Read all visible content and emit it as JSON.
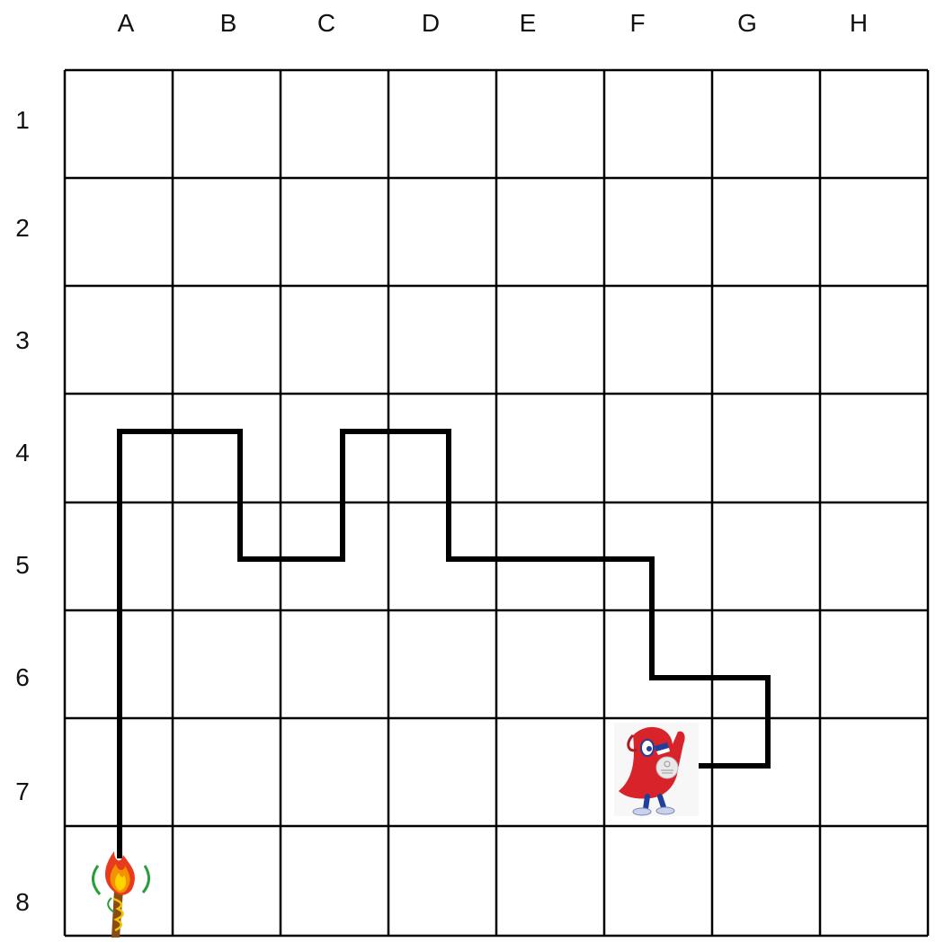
{
  "grid": {
    "columns": [
      "A",
      "B",
      "C",
      "D",
      "E",
      "F",
      "G",
      "H"
    ],
    "rows": [
      "1",
      "2",
      "3",
      "4",
      "5",
      "6",
      "7",
      "8"
    ]
  },
  "start_marker": {
    "icon": "olympic-torch-icon",
    "cell": "A8"
  },
  "end_marker": {
    "icon": "paris-2024-mascot-icon",
    "cell": "F7"
  },
  "colors": {
    "grid": "#000000",
    "path": "#000000",
    "mascot_red": "#d8232a",
    "torch_flame": "#f39200"
  }
}
